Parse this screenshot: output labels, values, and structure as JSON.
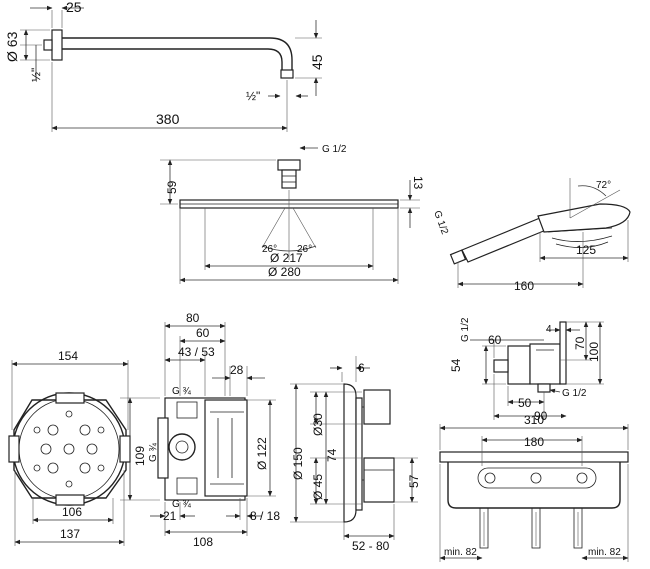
{
  "wall_arm": {
    "dim_25": "25",
    "dim_d63": "Ø 63",
    "dim_half_thread_left": "½\"",
    "dim_45": "45",
    "dim_half_thread_right": "½\"",
    "dim_380": "380"
  },
  "overhead_shower": {
    "dim_g12": "G 1/2",
    "dim_59": "59",
    "dim_13": "13",
    "dim_angle_left": "26°",
    "dim_angle_right": "26°",
    "dim_d217": "Ø 217",
    "dim_d280": "Ø 280"
  },
  "hand_shower": {
    "dim_angle": "72°",
    "dim_g12": "G 1/2",
    "dim_125": "125",
    "dim_160": "160"
  },
  "box_front": {
    "dim_154": "154",
    "dim_106": "106",
    "dim_137": "137"
  },
  "box_side": {
    "dim_80": "80",
    "dim_60": "60",
    "dim_43_53": "43 / 53",
    "dim_28": "28",
    "dim_g34_top": "G ¾",
    "dim_g34_side": "G ¾",
    "dim_g34_bottom": "G ¾",
    "dim_109": "109",
    "dim_d122": "Ø 122",
    "dim_21": "21",
    "dim_108": "108",
    "dim_8_18": "8 / 18"
  },
  "thermostat": {
    "dim_6": "6",
    "dim_d150": "Ø 150",
    "dim_d30": "Ø30",
    "dim_74": "74",
    "dim_d45": "Ø 45",
    "dim_57": "57",
    "dim_52_80": "52 - 80"
  },
  "holder": {
    "dim_g12_top": "G 1/2",
    "dim_60": "60",
    "dim_54": "54",
    "dim_4": "4",
    "dim_70": "70",
    "dim_100": "100",
    "dim_50": "50",
    "dim_g12_right": "G 1/2",
    "dim_90": "90"
  },
  "shelf": {
    "dim_310": "310",
    "dim_180": "180",
    "dim_min82_left": "min. 82",
    "dim_min82_right": "min. 82"
  }
}
